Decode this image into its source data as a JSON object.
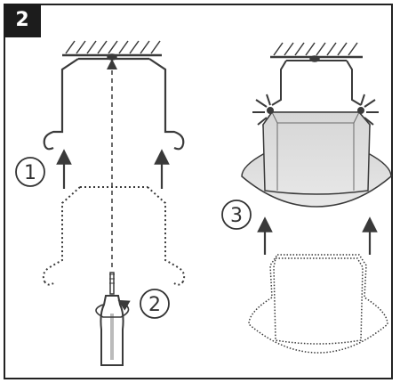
{
  "step_number": "2",
  "callouts": [
    "1",
    "2",
    "3"
  ],
  "colors": {
    "stroke": "#3a3a3a",
    "shade_light": "#e0e0e0",
    "shade_dark": "#c9c9c9",
    "badge": "#1c1c1c"
  },
  "icons": [
    "ceiling-hatch-icon",
    "click-spark-icon",
    "screwdriver-icon",
    "rotation-arrow-icon",
    "up-arrow-icon"
  ]
}
